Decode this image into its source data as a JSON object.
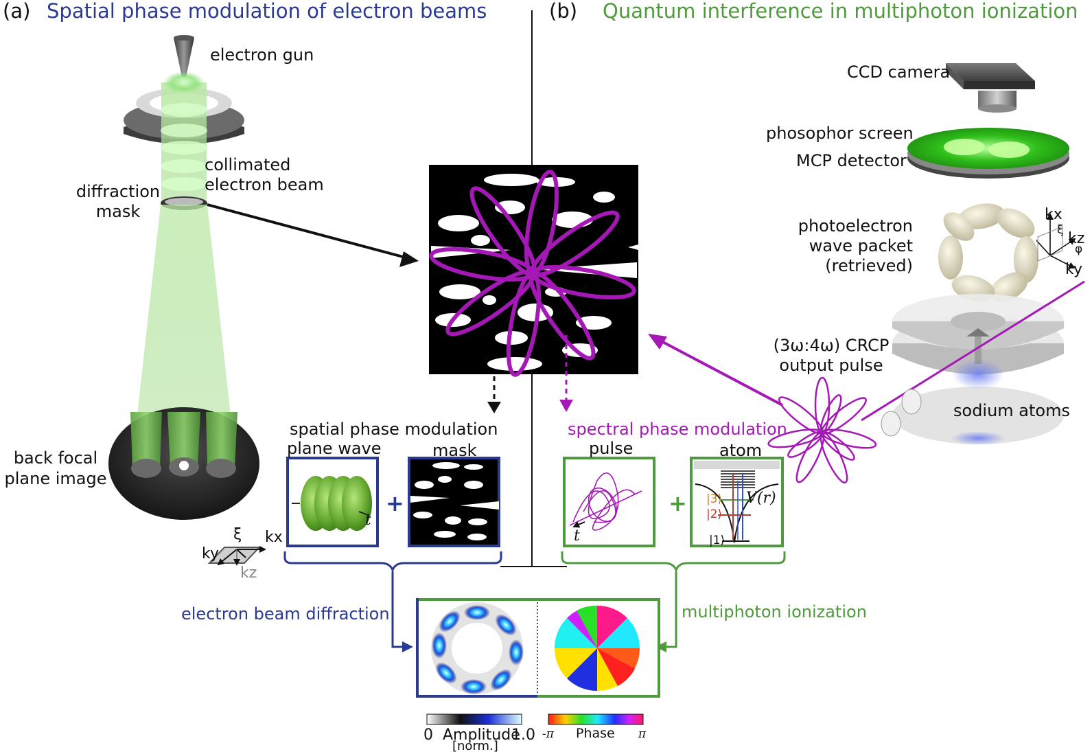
{
  "panel_a": {
    "letter": "(a)",
    "title": "Spatial phase modulation of electron beams",
    "electron_gun": "electron gun",
    "collimated_beam": [
      "collimated",
      "electron beam"
    ],
    "diffraction_mask": [
      "diffraction",
      "mask"
    ],
    "back_focal_plane": [
      "back focal",
      "plane image"
    ],
    "axes": {
      "kx": "kx",
      "ky": "ky",
      "kz": "kz",
      "xi": "ξ"
    }
  },
  "panel_b": {
    "letter": "(b)",
    "title": "Quantum interference in multiphoton ionization",
    "ccd_camera": "CCD camera",
    "phosphor_screen": "phosophor screen",
    "mcp_detector": "MCP detector",
    "photoelectron": [
      "photoelectron",
      "wave packet",
      "(retrieved)"
    ],
    "crcp": [
      "(3ω:4ω) CRCP",
      "output pulse"
    ],
    "sodium_atoms": "sodium atoms",
    "axes": {
      "kx": "kx",
      "ky": "ky",
      "kz": "kz",
      "xi": "ξ",
      "phi": "φ"
    }
  },
  "modulation": {
    "spatial_title": "spatial phase modulation",
    "plane_wave": "plane wave",
    "mask": "mask",
    "spectral_title": "spectral phase modulation",
    "pulse": "pulse",
    "atom": "atom",
    "plus": "+",
    "t": "t",
    "levels": [
      "|3⟩",
      "|2⟩",
      "|1⟩"
    ],
    "potential": "V(r)"
  },
  "outcome": {
    "left": "electron beam diffraction",
    "right": "multiphoton ionization"
  },
  "colorbars": {
    "amplitude_min": "0",
    "amplitude_label": "Amplitude",
    "amplitude_max": "1.0",
    "amplitude_unit": "[norm.]",
    "phase_min": "-π",
    "phase_label": "Phase",
    "phase_max": "π"
  },
  "colors": {
    "blue": "#2a3a92",
    "green": "#4f9a3c",
    "purple": "#a419b5"
  }
}
